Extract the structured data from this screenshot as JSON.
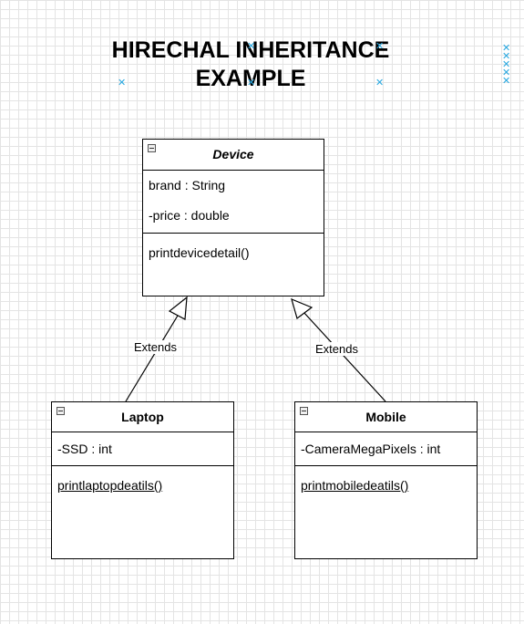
{
  "diagram": {
    "title_line1": "HIRECHAL INHERITANCE",
    "title_line2": "EXAMPLE",
    "classes": {
      "device": {
        "name": "Device",
        "attributes": [
          "brand : String",
          "-price : double"
        ],
        "methods": [
          "printdevicedetail()"
        ]
      },
      "laptop": {
        "name": "Laptop",
        "attributes": [
          "-SSD : int"
        ],
        "methods": [
          "printlaptopdeatils()"
        ]
      },
      "mobile": {
        "name": "Mobile",
        "attributes": [
          "-CameraMegaPixels : int"
        ],
        "methods": [
          "printmobiledeatils()"
        ]
      }
    },
    "edges": {
      "laptop_to_device": "Extends",
      "mobile_to_device": "Extends"
    },
    "colors": {
      "grid": "#e4e4e4",
      "selection_marker": "#29a8e0",
      "stroke": "#000000"
    }
  }
}
